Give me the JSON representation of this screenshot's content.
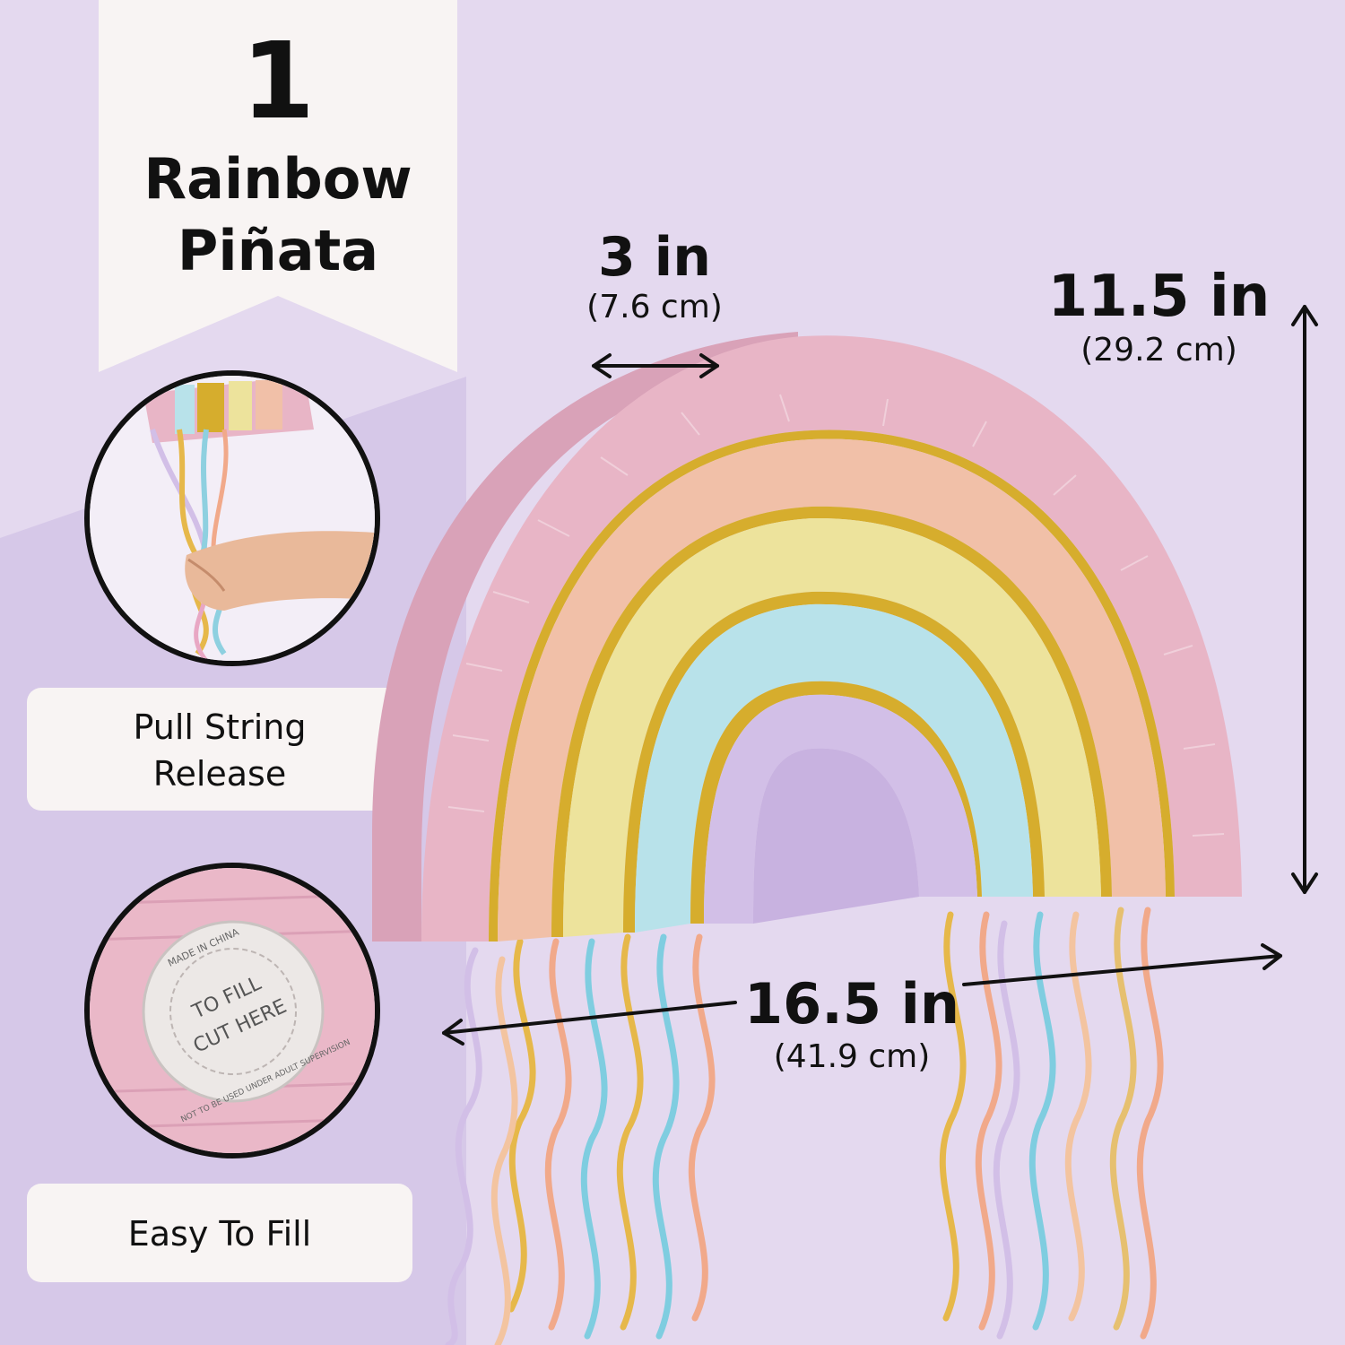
{
  "title": {
    "count": "1",
    "product_line1": "Rainbow",
    "product_line2": "Piñata"
  },
  "features": [
    {
      "label_line1": "Pull String",
      "label_line2": "Release"
    },
    {
      "label_line1": "Easy To Fill",
      "label_line2": ""
    }
  ],
  "fill_sticker": {
    "outer_text_top": "MADE IN CHINA",
    "outer_text_bottom": "NOT TO BE USED UNDER ADULT SUPERVISION",
    "inner_line1": "TO FILL",
    "inner_line2": "CUT HERE"
  },
  "dimensions": {
    "depth": {
      "value": "3 in",
      "metric": "(7.6 cm)"
    },
    "height": {
      "value": "11.5 in",
      "metric": "(29.2 cm)"
    },
    "width": {
      "value": "16.5 in",
      "metric": "(41.9 cm)"
    }
  },
  "colors": {
    "background": "#e4d9ef",
    "band_pink": "#e8b5c6",
    "band_peach": "#f1c0a8",
    "band_yellow": "#ede39c",
    "band_blue": "#b8e2ea",
    "band_lilac": "#d2bfe7",
    "foil_gold": "#d6ad2d",
    "text": "#111111"
  }
}
